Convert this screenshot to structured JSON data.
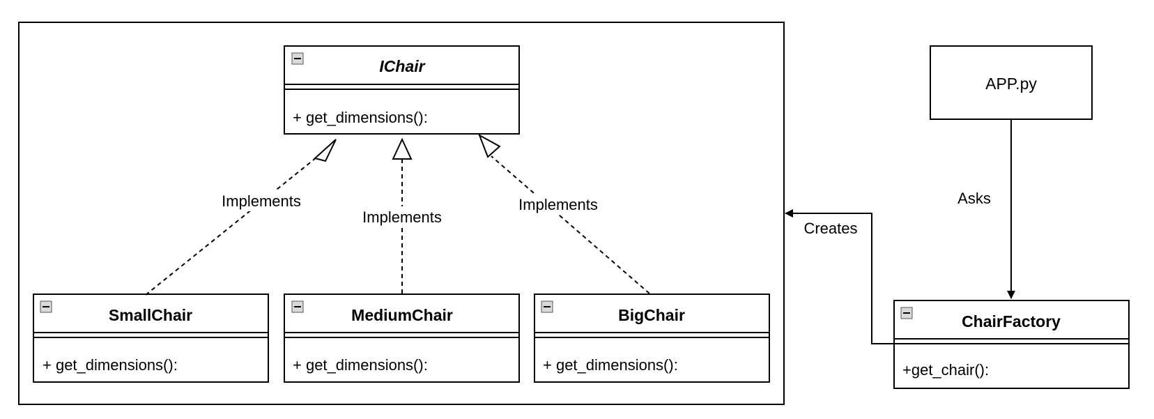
{
  "interface": {
    "name": "IChair",
    "method": "+ get_dimensions():"
  },
  "classes": [
    {
      "name": "SmallChair",
      "method": "+ get_dimensions():"
    },
    {
      "name": "MediumChair",
      "method": "+ get_dimensions():"
    },
    {
      "name": "BigChair",
      "method": "+ get_dimensions():"
    }
  ],
  "factory": {
    "name": "ChairFactory",
    "method": "+get_chair():"
  },
  "app": {
    "label": "APP.py"
  },
  "relations": {
    "implements_left": "Implements",
    "implements_middle": "Implements",
    "implements_right": "Implements",
    "asks": "Asks",
    "creates": "Creates"
  }
}
